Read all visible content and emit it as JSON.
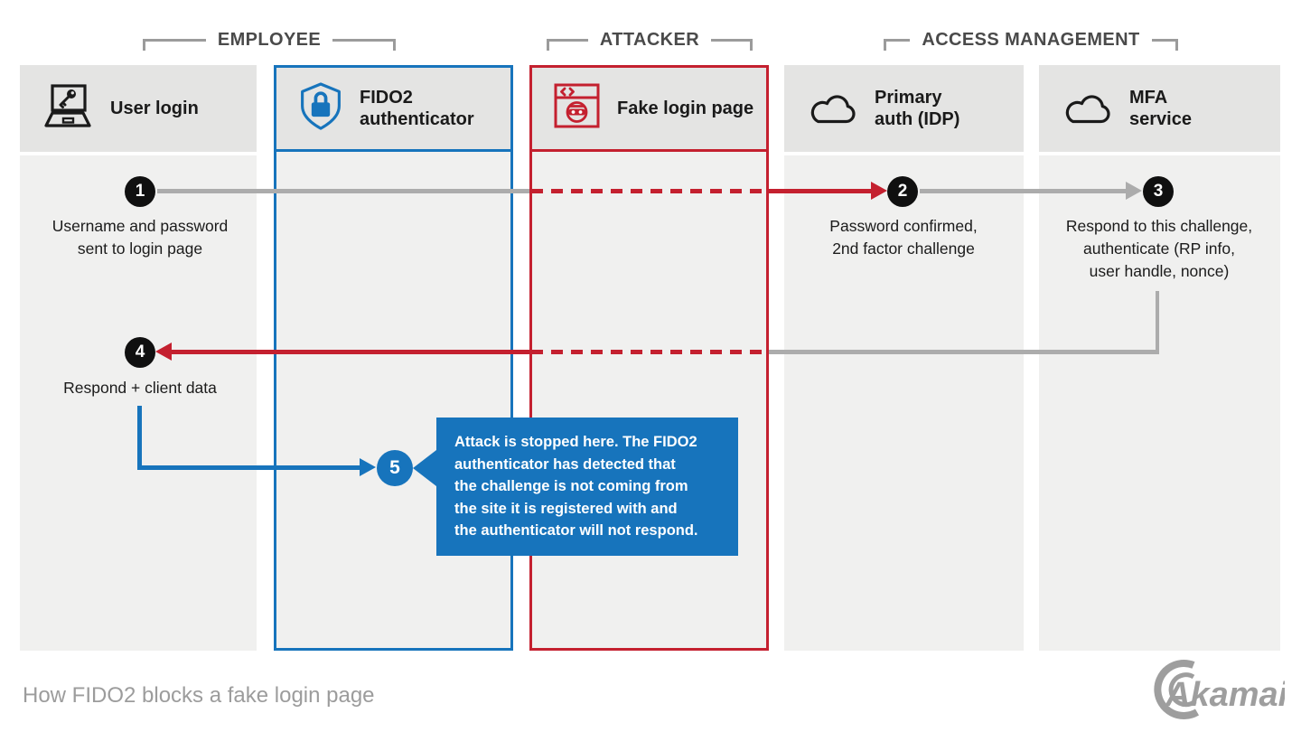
{
  "page": {
    "caption": "How FIDO2 blocks a fake login page",
    "brand": "Akamai"
  },
  "groups": [
    {
      "label": "EMPLOYEE"
    },
    {
      "label": "ATTACKER"
    },
    {
      "label": "ACCESS MANAGEMENT"
    }
  ],
  "columns": [
    {
      "label": "User login",
      "icon": "laptop-key-icon"
    },
    {
      "label": "FIDO2\nauthenticator",
      "icon": "shield-lock-icon",
      "accent": "#1774BC"
    },
    {
      "label": "Fake login page",
      "icon": "fake-page-icon",
      "accent": "#C4202F"
    },
    {
      "label": "Primary\nauth (IDP)",
      "icon": "cloud-icon"
    },
    {
      "label": "MFA\nservice",
      "icon": "cloud-icon"
    }
  ],
  "steps": [
    {
      "number": "1",
      "text": "Username and password\nsent to login page"
    },
    {
      "number": "2",
      "text": "Password confirmed,\n2nd factor challenge"
    },
    {
      "number": "3",
      "text": "Respond to this challenge,\nauthenticate (RP info,\nuser handle, nonce)"
    },
    {
      "number": "4",
      "text": "Respond + client data"
    },
    {
      "number": "5",
      "text": ""
    }
  ],
  "callout": {
    "text": "Attack is stopped here. The FIDO2\nauthenticator has detected that\nthe challenge is not coming from\nthe site it is registered with and\nthe authenticator will not respond."
  },
  "colors": {
    "blue": "#1774BC",
    "red": "#C4202F",
    "gray_line": "#ACACAC",
    "header_bg": "#E4E4E3",
    "body_bg": "#F0F0EF"
  }
}
